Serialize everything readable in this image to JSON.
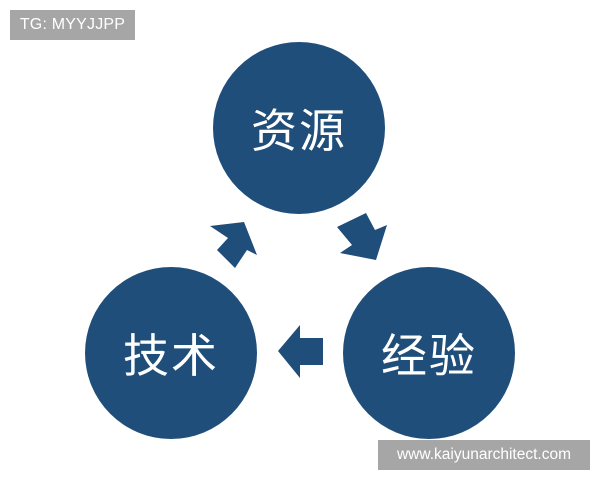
{
  "watermark_top": "TG: MYYJJPP",
  "watermark_bottom": "www.kaiyunarchitect.com",
  "colors": {
    "node": "#1f4e7a",
    "node_text": "#ffffff",
    "label_bg": "#a6a6a6"
  },
  "cycle": {
    "nodes": [
      {
        "id": "top",
        "label": "资源"
      },
      {
        "id": "right",
        "label": "经验"
      },
      {
        "id": "left",
        "label": "技术"
      }
    ],
    "edges": [
      {
        "from": "资源",
        "to": "经验",
        "icon": "arrow-down-right-icon"
      },
      {
        "from": "经验",
        "to": "技术",
        "icon": "arrow-left-icon"
      },
      {
        "from": "技术",
        "to": "资源",
        "icon": "arrow-up-right-icon"
      }
    ]
  }
}
